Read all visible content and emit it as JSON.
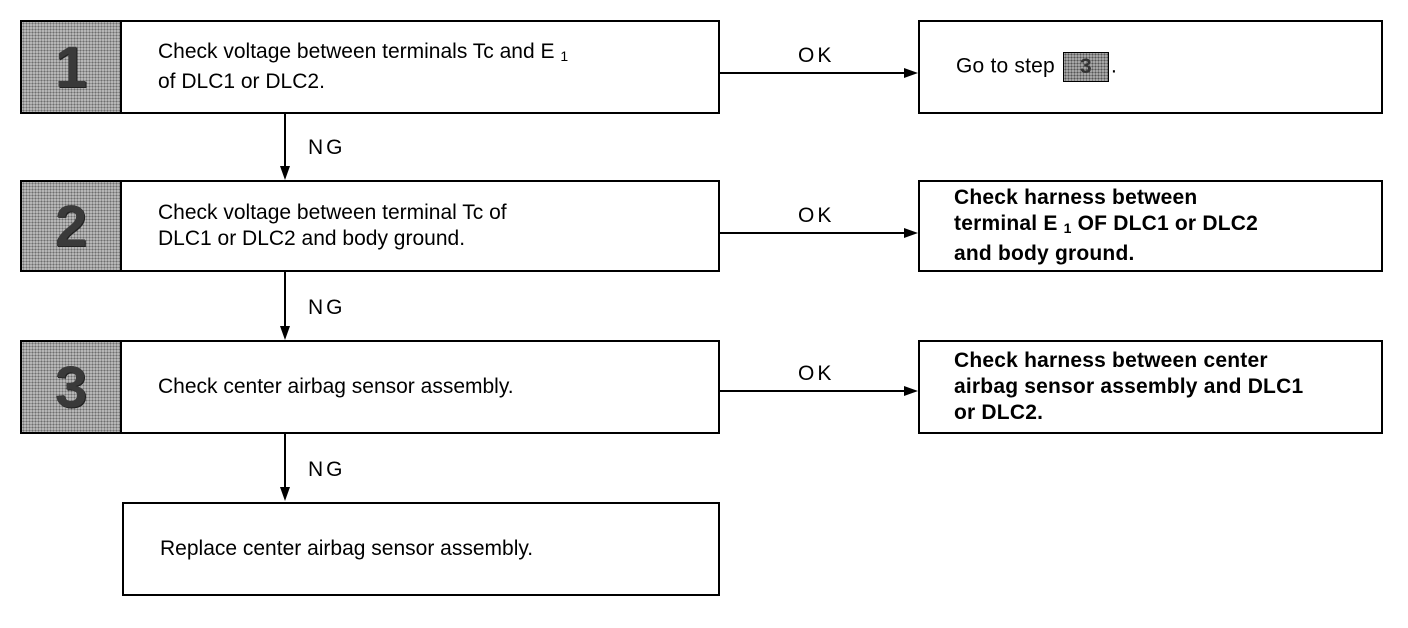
{
  "steps": [
    {
      "number": "1",
      "text_before": "Check voltage between terminals Tc and E",
      "subscript": "1",
      "text_after": "of DLC1 or DLC2.",
      "ok_label": "OK",
      "ng_label": "NG"
    },
    {
      "number": "2",
      "text_line1": "Check voltage between terminal Tc of",
      "text_line2": "DLC1 or DLC2 and body ground.",
      "ok_label": "OK",
      "ng_label": "NG"
    },
    {
      "number": "3",
      "text": "Check center airbag sensor assembly.",
      "ok_label": "OK",
      "ng_label": "NG"
    }
  ],
  "outcomes": {
    "step1_ok": {
      "text_before": "Go to step",
      "step_ref": "3",
      "text_after": "."
    },
    "step2_ok": {
      "line1": "Check harness between",
      "line2_before": "terminal E",
      "line2_sub": "1",
      "line2_after": "OF DLC1 or DLC2",
      "line3": "and body ground."
    },
    "step3_ok": {
      "line1": "Check harness between center",
      "line2": "airbag sensor assembly and DLC1",
      "line3": "or DLC2."
    },
    "step3_ng": {
      "text": "Replace center airbag sensor assembly."
    }
  }
}
